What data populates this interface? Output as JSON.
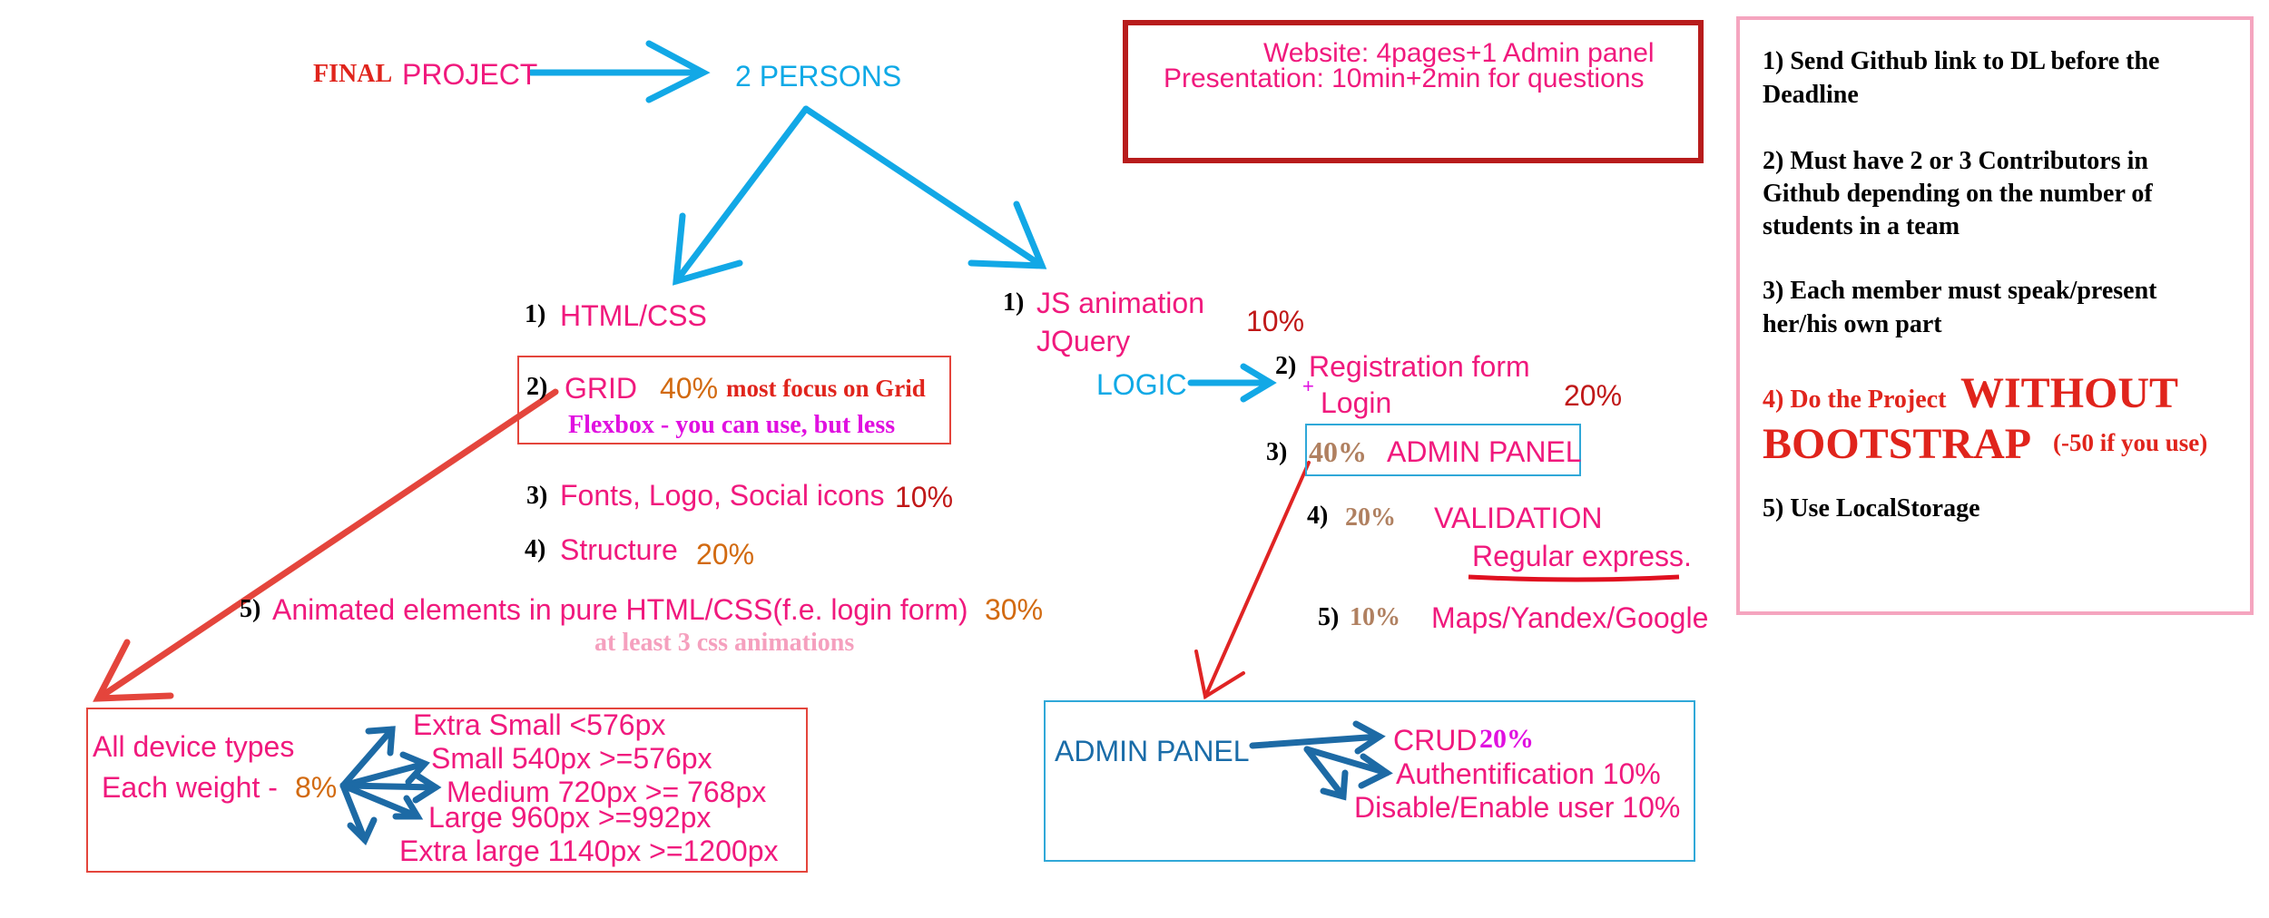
{
  "colors": {
    "pink": "#f0197d",
    "cyan": "#0fa9e6",
    "dark_blue": "#1a6ca8",
    "orange": "#d26a10",
    "dark_red": "#c01818",
    "red": "#e0241c",
    "tan": "#b08060",
    "magenta": "#e010e0",
    "light_pink": "#f5a0be",
    "arrow_cyan": "#12a8e6",
    "arrow_red": "#e4453c",
    "arrow_blue": "#1d6aa5"
  },
  "header": {
    "final": "FINAL",
    "project": "PROJECT",
    "persons": "2 PERSONS"
  },
  "summary_box": {
    "website": "Website: 4pages+1 Admin panel",
    "presentation": "Presentation: 10min+2min for questions"
  },
  "left_branch": {
    "html_css": {
      "num": "1)",
      "label": "HTML/CSS"
    },
    "grid": {
      "num": "2)",
      "label": "GRID",
      "percent": "40%",
      "note": "most focus on Grid",
      "flexbox": "Flexbox - you can use, but less"
    },
    "fonts": {
      "num": "3)",
      "label": "Fonts, Logo, Social icons",
      "percent": "10%"
    },
    "structure": {
      "num": "4)",
      "label": "Structure",
      "percent": "20%"
    },
    "animated": {
      "num": "5)",
      "label": "Animated elements in pure HTML/CSS(f.e. login form)",
      "percent": "30%",
      "note": "at least 3 css animations"
    }
  },
  "right_branch": {
    "js": {
      "num": "1)",
      "label": "JS animation",
      "jquery": "JQuery",
      "percent": "10%"
    },
    "logic": "LOGIC",
    "registration": {
      "num": "2)",
      "label": "Registration form",
      "plus": "+",
      "login": "Login",
      "percent": "20%"
    },
    "admin": {
      "num": "3)",
      "percent": "40%",
      "label": "ADMIN PANEL"
    },
    "validation": {
      "num": "4)",
      "percent": "20%",
      "label": "VALIDATION",
      "regex": "Regular express."
    },
    "maps": {
      "num": "5)",
      "percent": "10%",
      "label": "Maps/Yandex/Google"
    }
  },
  "devices_box": {
    "title": "All device types",
    "weight_label": "Each weight -",
    "weight_percent": "8%",
    "items": [
      "Extra Small <576px",
      "Small 540px  >=576px",
      "Medium 720px   >= 768px",
      "Large 960px   >=992px",
      "Extra large 1140px   >=1200px"
    ]
  },
  "admin_box": {
    "title": "ADMIN PANEL",
    "crud": "CRUD",
    "crud_percent": "20%",
    "auth": "Authentification 10%",
    "disable": "Disable/Enable user 10%"
  },
  "rules": {
    "r1": "1) Send Github link to DL before the",
    "r1b": "Deadline",
    "r2": "2) Must have 2 or 3 Contributors in",
    "r2b": "Github depending on the number of",
    "r2c": "students in a team",
    "r3": "3) Each member must speak/present",
    "r3b": "her/his own part",
    "r4a": "4) Do the Project",
    "r4b": "WITHOUT",
    "r4c": "BOOTSTRAP",
    "r4d": "(-50 if you use)",
    "r5": "5) Use LocalStorage"
  }
}
